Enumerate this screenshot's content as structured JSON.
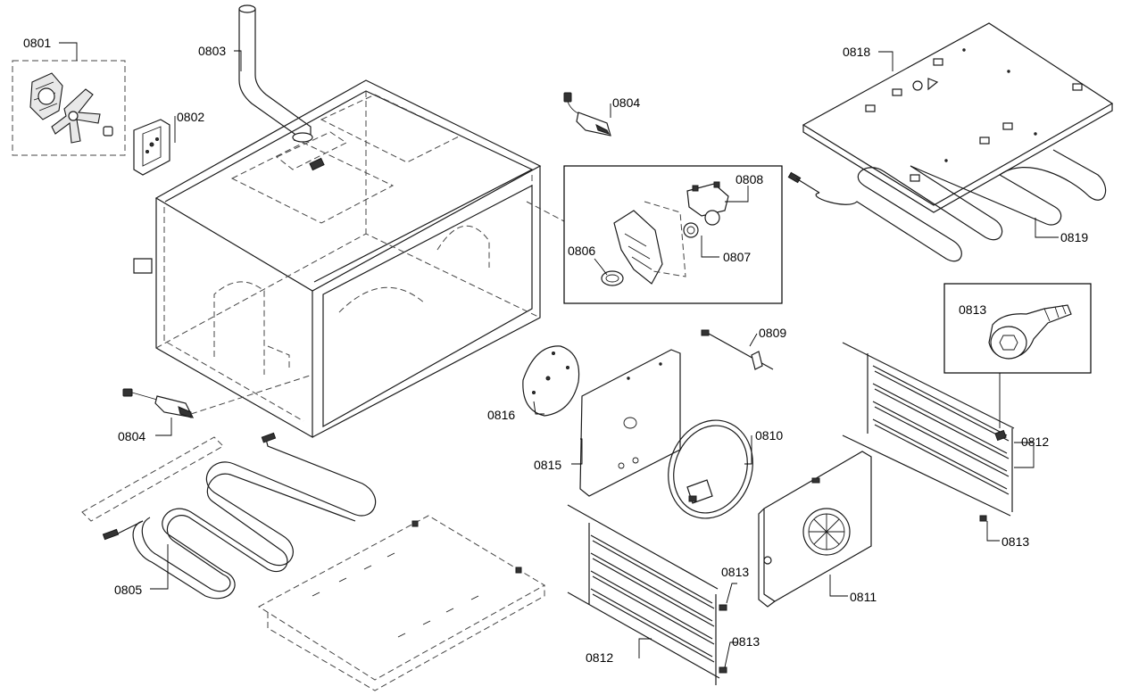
{
  "labels": {
    "p0801": "0801",
    "p0802": "0802",
    "p0803": "0803",
    "p0804a": "0804",
    "p0804b": "0804",
    "p0805": "0805",
    "p0806": "0806",
    "p0807": "0807",
    "p0808": "0808",
    "p0809": "0809",
    "p0810": "0810",
    "p0811": "0811",
    "p0812a": "0812",
    "p0812b": "0812",
    "p0813a": "0813",
    "p0813b": "0813",
    "p0813c": "0813",
    "p0813d": "0813",
    "p0815": "0815",
    "p0816": "0816",
    "p0818": "0818",
    "p0819": "0819"
  }
}
